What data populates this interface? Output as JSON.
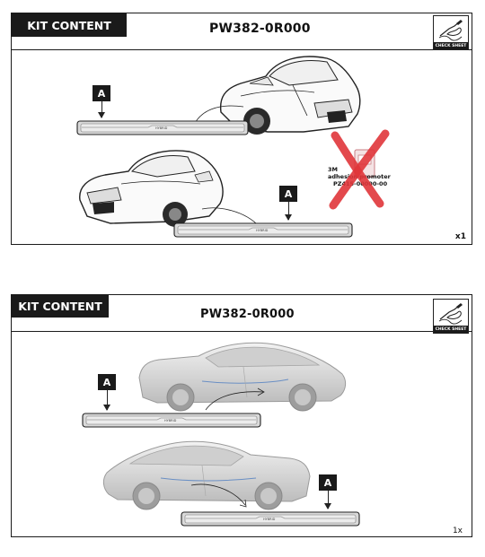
{
  "panels": [
    {
      "header": "KIT CONTENT",
      "part_number": "PW382-0R000",
      "check_sheet_label": "CHECK SHEET",
      "part_badges": [
        "A",
        "A"
      ],
      "sill_plate_logo": "HYBRID",
      "promoter": {
        "line1": "3M",
        "line2": "adhesion promoter",
        "line3": "PZ415-00000-00"
      },
      "quantity": "x1"
    },
    {
      "header": "KIT CONTENT",
      "part_number": "PW382-0R000",
      "check_sheet_label": "CHECK SHEET",
      "part_badges": [
        "A",
        "A"
      ],
      "sill_plate_logo": "HYBRID",
      "quantity": "1x"
    }
  ],
  "colors": {
    "header_bg": "#1a1a1a",
    "cross_mark": "#e0353a",
    "accent_line": "#6a8fc4"
  },
  "icons": [
    "check-sheet-icon",
    "pen-hand-icon",
    "car-line-art-icon",
    "car-render-icon",
    "cross-out-icon"
  ]
}
